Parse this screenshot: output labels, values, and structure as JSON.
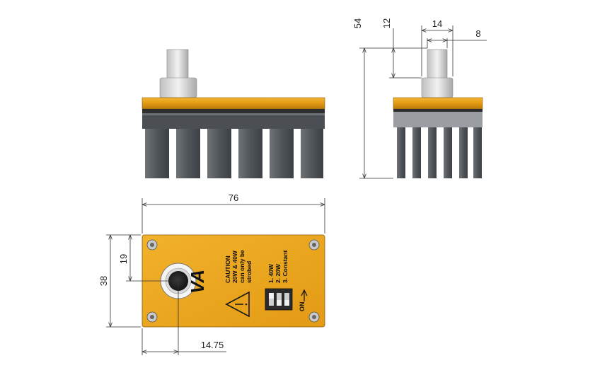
{
  "dimensions": {
    "width": "76",
    "height": "38",
    "half_height": "19",
    "knob_offset": "14.75",
    "total_height": "54",
    "knob_height": "12",
    "knob_width": "14",
    "knob_extra": "8"
  },
  "panel": {
    "logo": "VA",
    "caution_lines": [
      "CAUTION",
      "20W & 40W",
      "can only be",
      "strobed"
    ],
    "switch_lines": [
      "1. 40W",
      "2. 20W",
      "3. Constant"
    ],
    "on_label": "ON"
  },
  "colors": {
    "housing": "#e8a21c",
    "housing_dark": "#b57a10",
    "heatsink": "#4a4e52",
    "heatsink_light": "#7d8286",
    "knob": "#d9d9d9"
  }
}
